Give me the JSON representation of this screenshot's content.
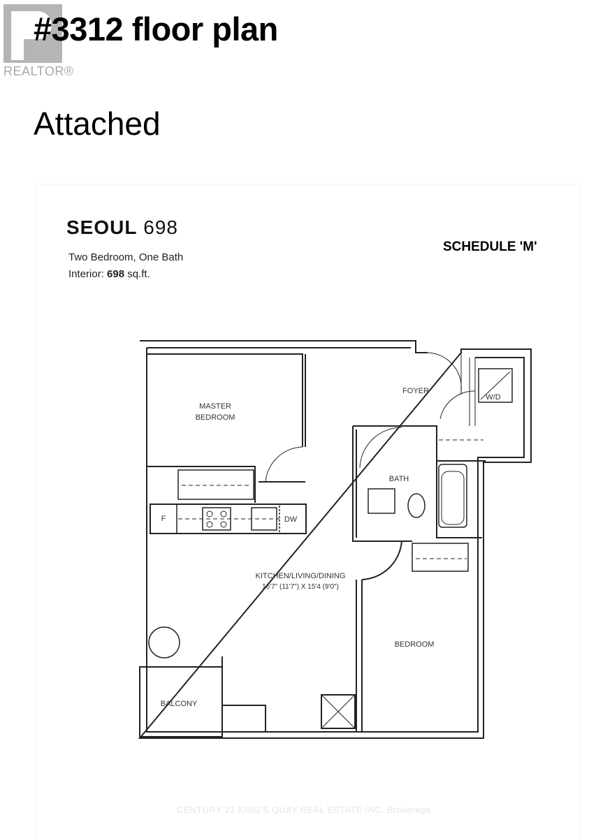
{
  "logo": {
    "text": "REALTOR®"
  },
  "header": {
    "title": "#3312 floor plan",
    "subtitle": "Attached"
  },
  "plan": {
    "name_bold": "SEOUL",
    "name_number": "698",
    "description": "Two Bedroom, One Bath",
    "interior_label": "Interior:",
    "interior_value": "698",
    "interior_unit": "sq.ft.",
    "schedule": "SCHEDULE 'M'",
    "rooms": {
      "master_bedroom_1": "MASTER",
      "master_bedroom_2": "BEDROOM",
      "foyer": "FOYER",
      "wd": "W/D",
      "bath": "BATH",
      "fridge": "F",
      "dishwasher": "DW",
      "kitchen": "KITCHEN/LIVING/DINING",
      "kitchen_dims": "16'7\" (11'7\") X 15'4 (9'0\")",
      "bedroom": "BEDROOM",
      "balcony": "BALCONY"
    }
  },
  "watermark": "CENTURY 21 KING'S QUAY REAL ESTATE INC. Brokerage"
}
